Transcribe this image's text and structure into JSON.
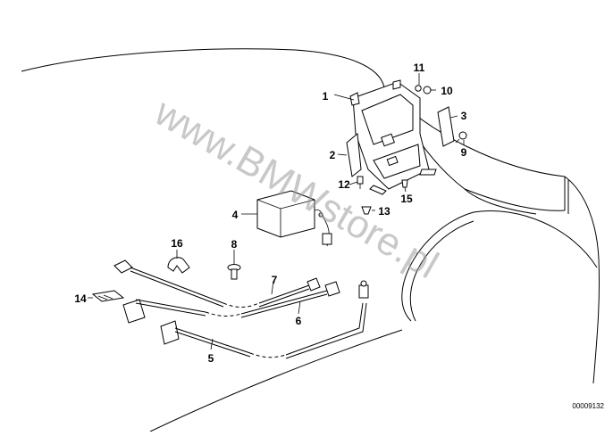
{
  "watermark": "www.BMWstore.pl",
  "drawing_code": "00009132",
  "callouts": [
    {
      "id": "c1",
      "text": "1"
    },
    {
      "id": "c2",
      "text": "2"
    },
    {
      "id": "c3",
      "text": "3"
    },
    {
      "id": "c4",
      "text": "4"
    },
    {
      "id": "c5",
      "text": "5"
    },
    {
      "id": "c6",
      "text": "6"
    },
    {
      "id": "c7",
      "text": "7"
    },
    {
      "id": "c8",
      "text": "8"
    },
    {
      "id": "c9",
      "text": "9"
    },
    {
      "id": "c10",
      "text": "10"
    },
    {
      "id": "c11",
      "text": "11"
    },
    {
      "id": "c12",
      "text": "12"
    },
    {
      "id": "c13",
      "text": "13"
    },
    {
      "id": "c14",
      "text": "14"
    },
    {
      "id": "c15",
      "text": "15"
    },
    {
      "id": "c16",
      "text": "16"
    }
  ]
}
